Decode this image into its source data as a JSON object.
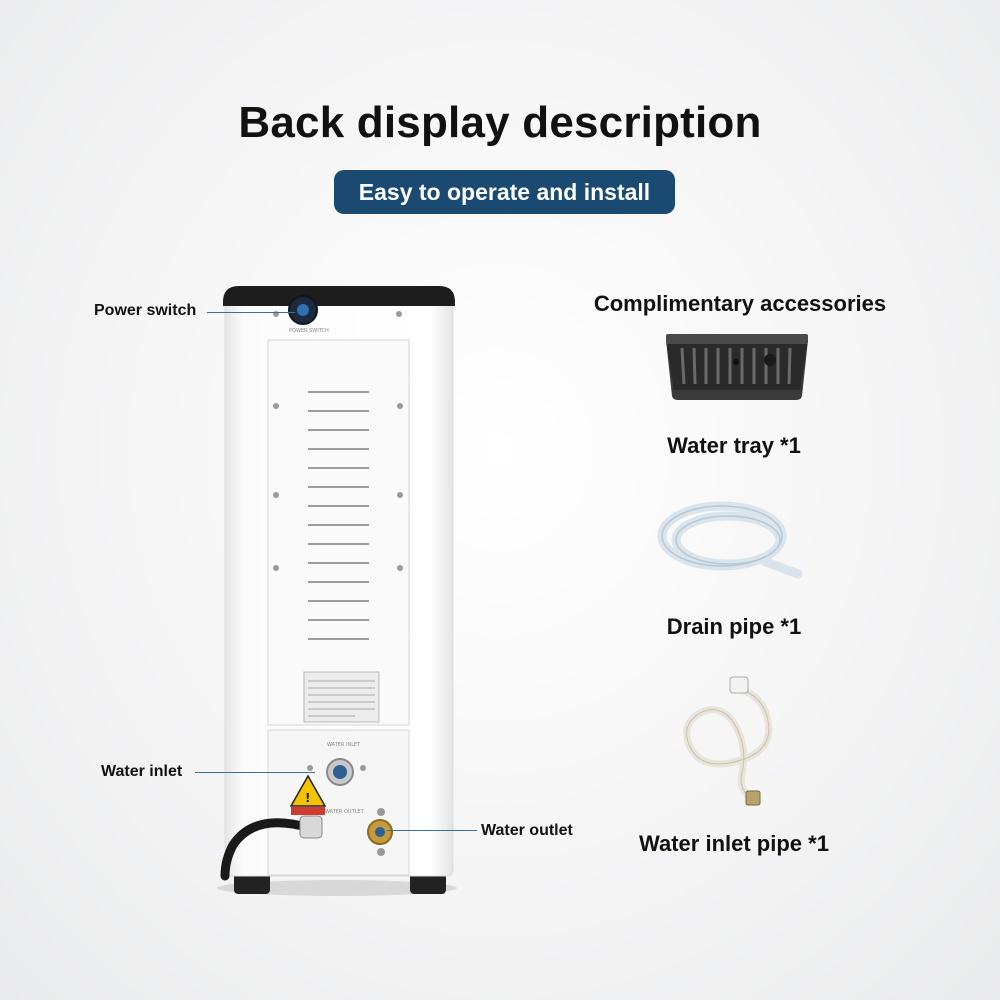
{
  "title": "Back display description",
  "subtitle": "Easy to operate and install",
  "callouts": {
    "power_switch": "Power switch",
    "water_inlet": "Water inlet",
    "water_outlet": "Water outlet"
  },
  "accessories": {
    "heading": "Complimentary accessories",
    "items": [
      {
        "name": "Water tray *1",
        "icon": "water-tray"
      },
      {
        "name": "Drain pipe *1",
        "icon": "drain-pipe"
      },
      {
        "name": "Water inlet pipe *1",
        "icon": "water-inlet-pipe"
      }
    ]
  },
  "colors": {
    "accent": "#1a4a72",
    "leader_line": "#3a6f9a",
    "warning_yellow": "#f4c400"
  }
}
